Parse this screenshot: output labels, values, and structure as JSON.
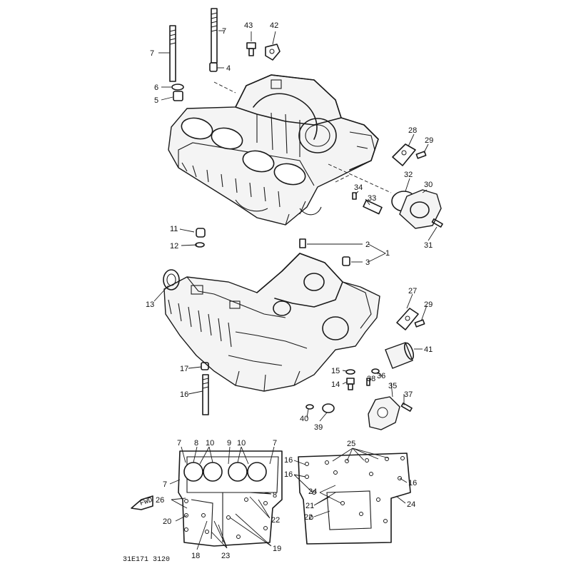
{
  "diagram": {
    "drawing_code": "31E171 3120",
    "front_marker": "FWD",
    "callouts": {
      "n1": "1",
      "n2": "2",
      "n3": "3",
      "n4": "4",
      "n5": "5",
      "n6": "6",
      "n7a": "7",
      "n7b": "7",
      "n7c": "7",
      "n7d": "7",
      "n7e": "7",
      "n8a": "8",
      "n8b": "8",
      "n9": "9",
      "n10a": "10",
      "n10b": "10",
      "n11": "11",
      "n12": "12",
      "n13": "13",
      "n14": "14",
      "n15": "15",
      "n16a": "16",
      "n16b": "16",
      "n16c": "16",
      "n16d": "16",
      "n17": "17",
      "n18": "18",
      "n19": "19",
      "n20": "20",
      "n21": "21",
      "n22a": "22",
      "n22b": "22",
      "n23": "23",
      "n24a": "24",
      "n24b": "24",
      "n25": "25",
      "n26": "26",
      "n27": "27",
      "n28": "28",
      "n29a": "29",
      "n29b": "29",
      "n30": "30",
      "n31": "31",
      "n32": "32",
      "n33": "33",
      "n34": "34",
      "n35": "35",
      "n36": "36",
      "n37": "37",
      "n38": "38",
      "n39": "39",
      "n40": "40",
      "n41": "41",
      "n42": "42",
      "n43": "43"
    }
  }
}
